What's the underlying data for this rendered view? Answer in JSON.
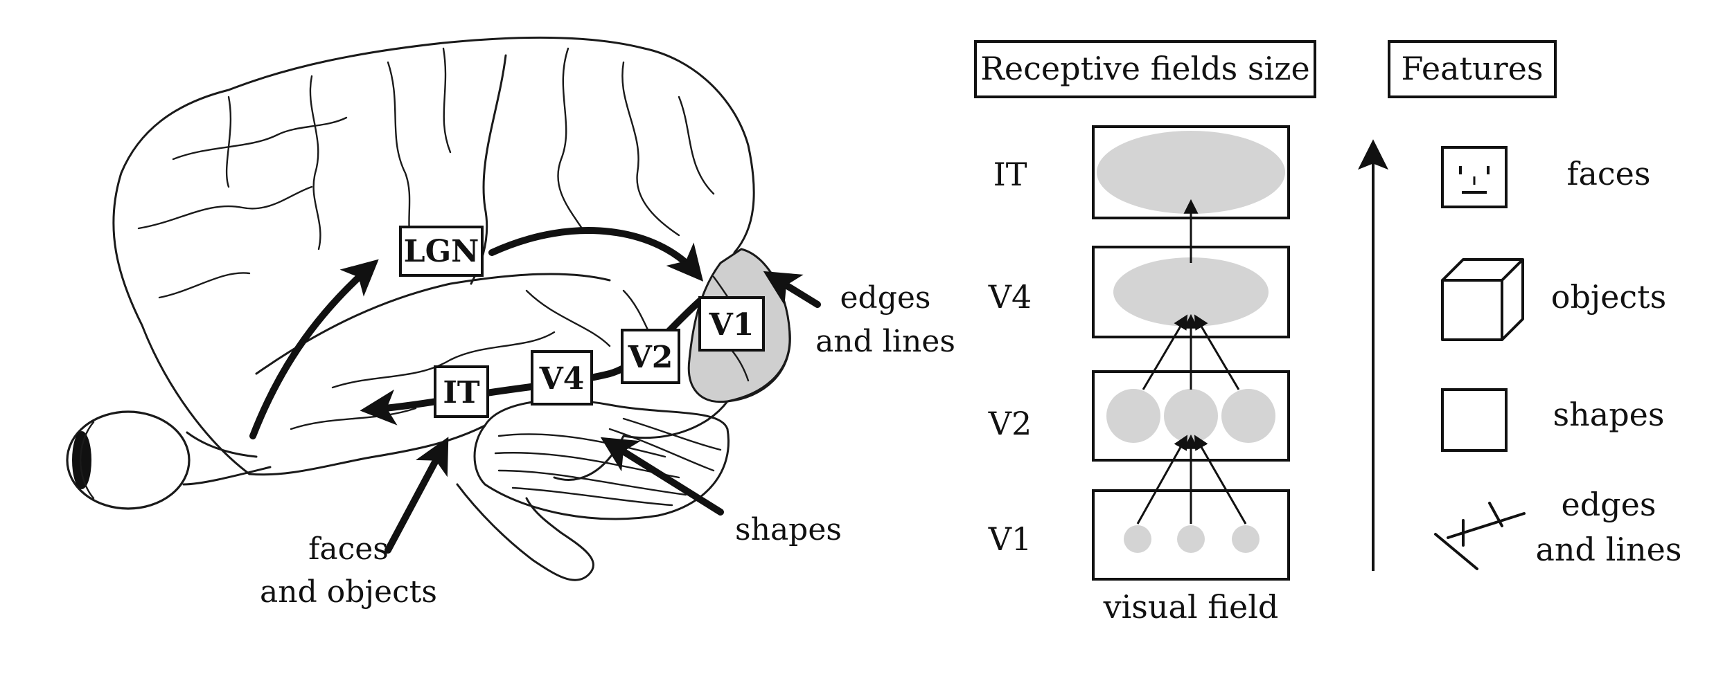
{
  "brain_panel": {
    "areas": {
      "lgn": "LGN",
      "v1": "V1",
      "v2": "V2",
      "v4": "V4",
      "it": "IT"
    },
    "annotations": {
      "edges_line1": "edges",
      "edges_line2": "and lines",
      "shapes": "shapes",
      "faces_line1": "faces",
      "faces_line2": "and objects"
    },
    "colors": {
      "v1_region": "#cfcfcf",
      "ink": "#111111"
    }
  },
  "receptive_panel": {
    "header": "Receptive fields size",
    "levels": [
      "IT",
      "V4",
      "V2",
      "V1"
    ],
    "footer": "visual field",
    "blob_color": "#d4d4d4"
  },
  "features_panel": {
    "header": "Features",
    "items": [
      {
        "icon": "face-icon",
        "label": "faces"
      },
      {
        "icon": "cube-icon",
        "label": "objects"
      },
      {
        "icon": "square-icon",
        "label": "shapes"
      },
      {
        "icon": "edges-lines-icon",
        "label_line1": "edges",
        "label_line2": "and lines"
      }
    ]
  }
}
